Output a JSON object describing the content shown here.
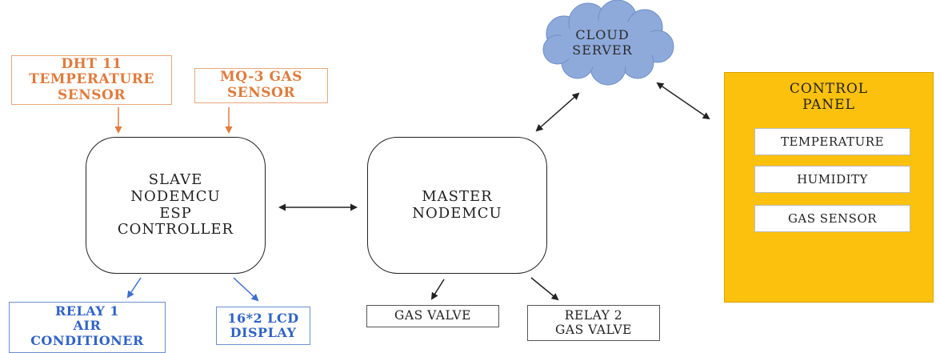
{
  "sensors": {
    "dht11": "DHT 11\nTEMPERATURE\nSENSOR",
    "mq3": "MQ-3 GAS\nSENSOR"
  },
  "controllers": {
    "slave": "SLAVE\nNODEMCU\nESP\nCONTROLLER",
    "master": "MASTER\nNODEMCU"
  },
  "cloud": {
    "label": "CLOUD\nSERVER"
  },
  "control_panel": {
    "title": "CONTROL\nPANEL",
    "items": [
      "TEMPERATURE",
      "HUMIDITY",
      "GAS SENSOR"
    ]
  },
  "outputs": {
    "relay1": "RELAY 1\nAIR\nCONDITIONER",
    "lcd": "16*2 LCD\nDISPLAY",
    "gas_valve": "GAS VALVE",
    "relay2": "RELAY 2\nGAS VALVE"
  },
  "colors": {
    "sensor": "#e07b3c",
    "output_blue": "#2f62c8",
    "cloud": "#8eaadb",
    "panel": "#fbc10d"
  }
}
